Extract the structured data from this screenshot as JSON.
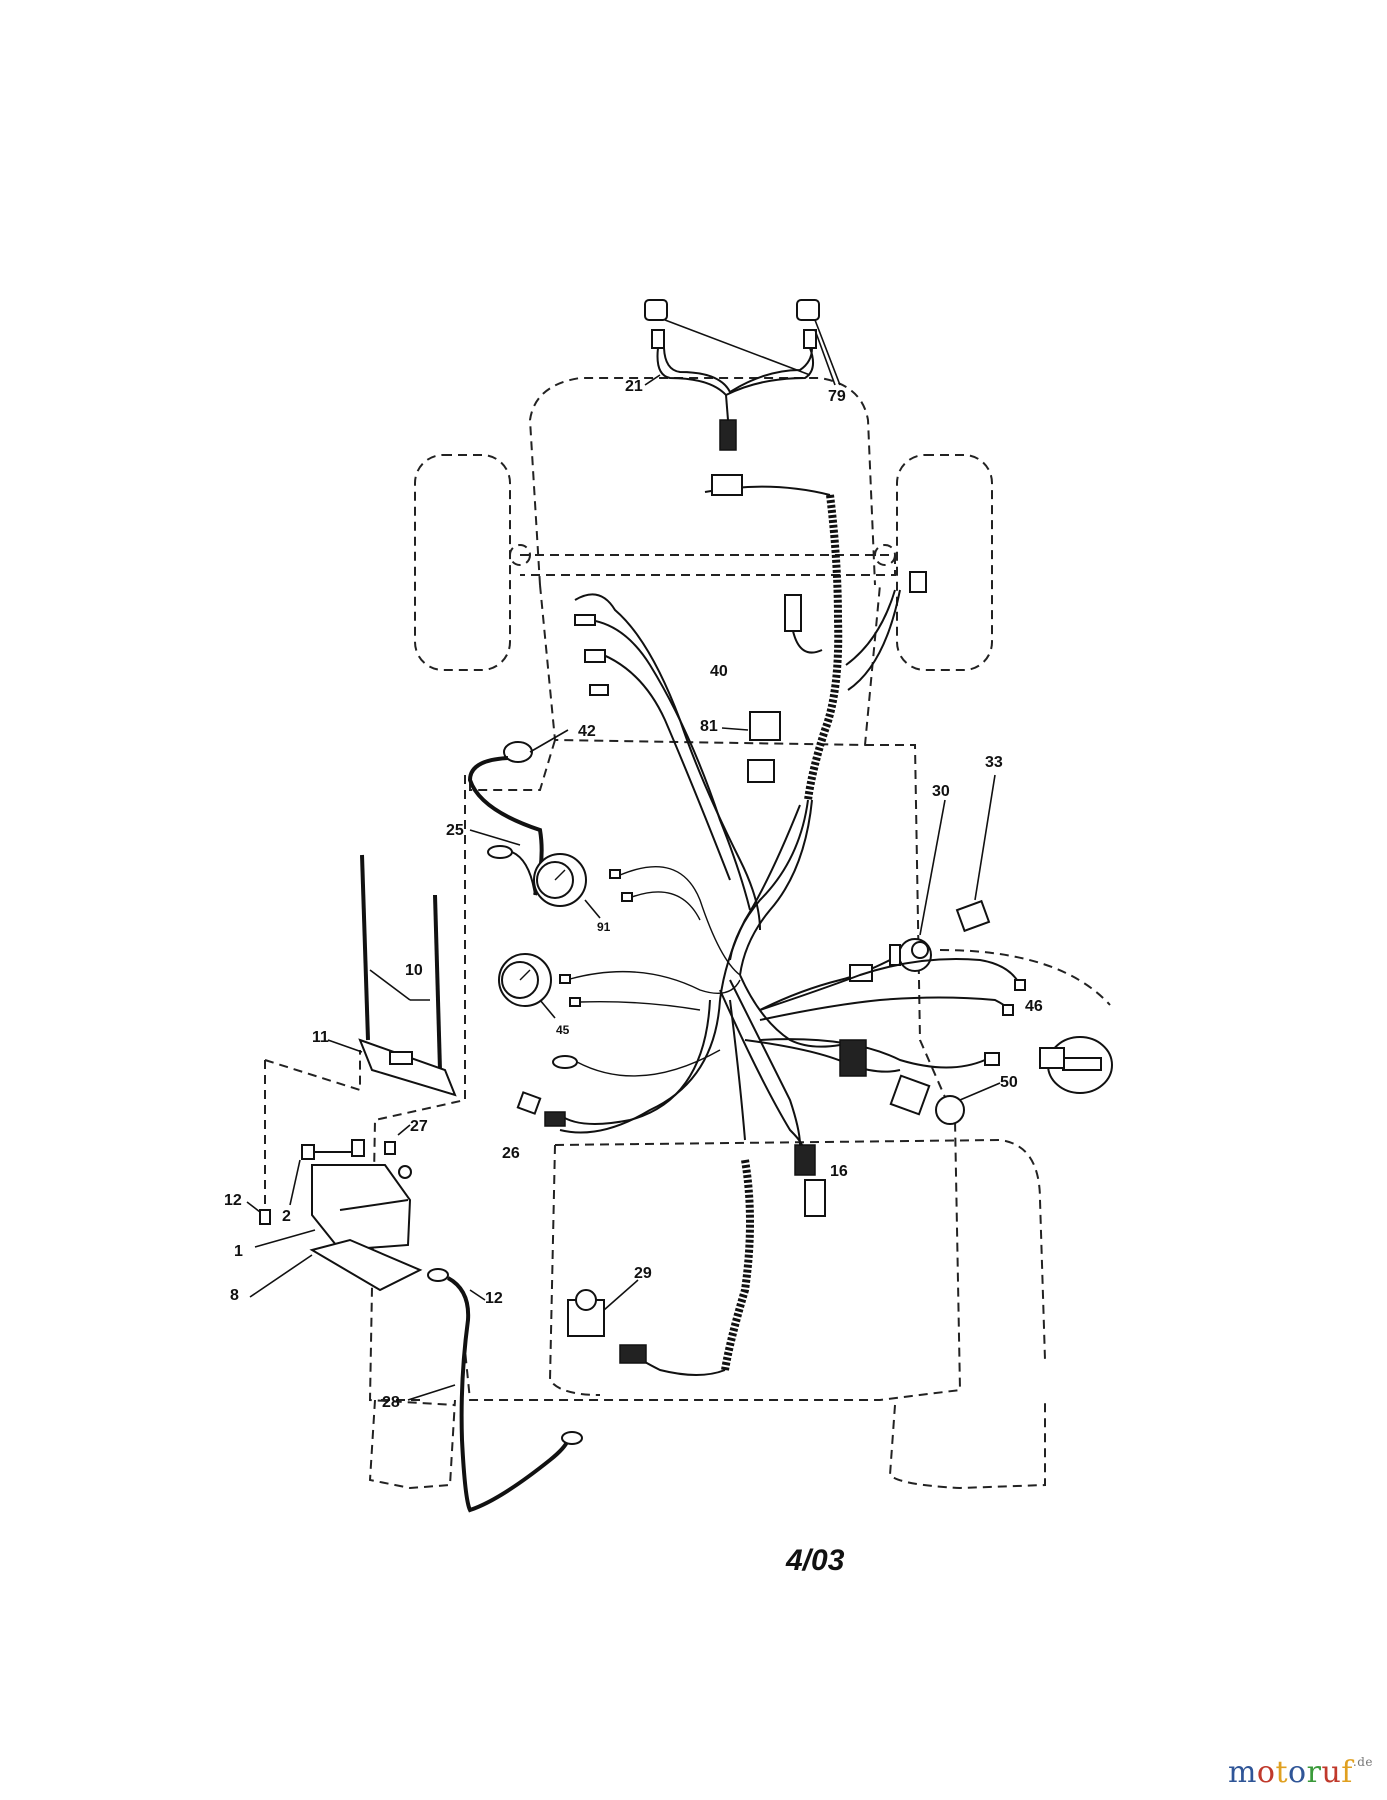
{
  "diagram": {
    "date_stamp": "4/03",
    "callouts": {
      "c1": "1",
      "c2": "2",
      "c8": "8",
      "c10": "10",
      "c11": "11",
      "c12a": "12",
      "c12b": "12",
      "c16": "16",
      "c21": "21",
      "c25": "25",
      "c26": "26",
      "c27": "27",
      "c28": "28",
      "c29": "29",
      "c30": "30",
      "c33": "33",
      "c40": "40",
      "c42": "42",
      "c45": "45",
      "c46": "46",
      "c50": "50",
      "c79": "79",
      "c81": "81",
      "c91": "91"
    }
  },
  "watermark": {
    "letters": [
      "m",
      "o",
      "t",
      "o",
      "r",
      "u",
      "f"
    ],
    "letter_colors": [
      "#2f5597",
      "#c0392b",
      "#e0a020",
      "#2f5597",
      "#3a9a3a",
      "#c0392b",
      "#e0a020"
    ],
    "suffix": ".de"
  }
}
